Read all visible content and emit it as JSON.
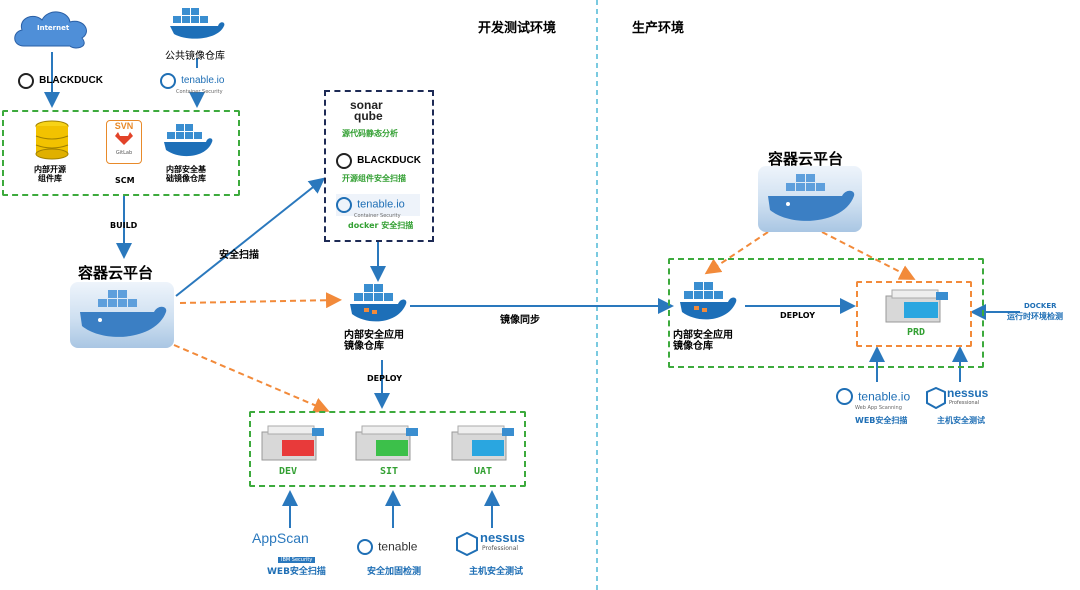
{
  "sections": {
    "dev_test": "开发测试环境",
    "production": "生产环境"
  },
  "top": {
    "internet": "Internet",
    "blackduck": "BLACKDUCK",
    "public_repo": "公共镜像仓库",
    "tenable": "tenable.io",
    "tenable_sub": "Container Security"
  },
  "build_box": {
    "oss_lib": "内部开源\n组件库",
    "scm": "SCM",
    "svn": "SVN",
    "gitlab": "GitLab",
    "base_repo": "内部安全基\n础镜像仓库"
  },
  "build_label": "BUILD",
  "cloud_platform": "容器云平台",
  "security_scan_label": "安全扫描",
  "scan_box": {
    "sonar_top": "sonar",
    "sonar_bottom": "qube",
    "sonar_desc": "源代码静态分析",
    "blackduck": "BLACKDUCK",
    "blackduck_desc": "开源组件安全扫描",
    "tenable": "tenable.io",
    "tenable_sub": "Container Security",
    "tenable_desc": "docker 安全扫描"
  },
  "app_repo": "内部安全应用\n镜像仓库",
  "sync_label": "镜像同步",
  "deploy_label": "DEPLOY",
  "envs": [
    "DEV",
    "SIT",
    "UAT"
  ],
  "dev_tools": [
    {
      "name": "AppScan",
      "sub": "IBM Security",
      "desc": "WEB安全扫描"
    },
    {
      "name": "tenable",
      "sub": "",
      "desc": "安全加固检测"
    },
    {
      "name": "nessus",
      "sub": "Professional",
      "desc": "主机安全测试"
    }
  ],
  "prod": {
    "cloud_platform": "容器云平台",
    "app_repo": "内部安全应用\n镜像仓库",
    "deploy_label": "DEPLOY",
    "env": "PRD",
    "docker_check_line1": "DOCKER",
    "docker_check_line2": "运行时环境检测",
    "tools": [
      {
        "name": "tenable.io",
        "sub": "Web App Scanning",
        "desc": "WEB安全扫描"
      },
      {
        "name": "nessus",
        "sub": "Professional",
        "desc": "主机安全测试"
      }
    ]
  },
  "colors": {
    "blue": "#2a78bd",
    "orange": "#f28a3a",
    "green": "#3daa3d",
    "navy": "#1d2a55",
    "cyan_divider": "#4fb9d6"
  }
}
